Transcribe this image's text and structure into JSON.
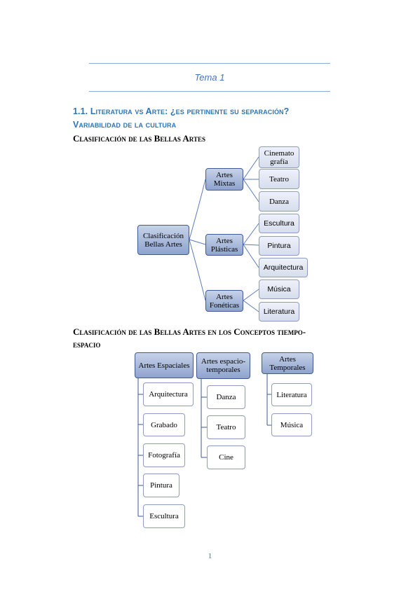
{
  "header": {
    "tema": "Tema 1"
  },
  "headings": {
    "h1": "1.1. Literatura vs Arte: ¿es pertinente su separación?",
    "h1b": "Variabilidad de la cultura",
    "h2": "Clasificación de las Bellas Artes",
    "h3_line1": "Clasificación de las Bellas Artes en los Conceptos tiempo-",
    "h3_line2": "espacio"
  },
  "tree": {
    "root": "Clasificación Bellas Artes",
    "groups": [
      {
        "label": "Artes Mixtas",
        "children": [
          "Cinemato grafía",
          "Teatro",
          "Danza"
        ]
      },
      {
        "label": "Artes Plásticas",
        "children": [
          "Escultura",
          "Pintura",
          "Arquitectura"
        ]
      },
      {
        "label": "Artes Fonéticas",
        "children": [
          "Música",
          "Literatura"
        ]
      }
    ]
  },
  "columns": [
    {
      "label": "Artes Espaciales",
      "items": [
        "Arquitectura",
        "Grabado",
        "Fotografía",
        "Pintura",
        "Escultura"
      ]
    },
    {
      "label": "Artes espacio-temporales",
      "items": [
        "Danza",
        "Teatro",
        "Cine"
      ]
    },
    {
      "label": "Artes Temporales",
      "items": [
        "Literatura",
        "Música"
      ]
    }
  ],
  "footer": {
    "page_number": "1"
  }
}
